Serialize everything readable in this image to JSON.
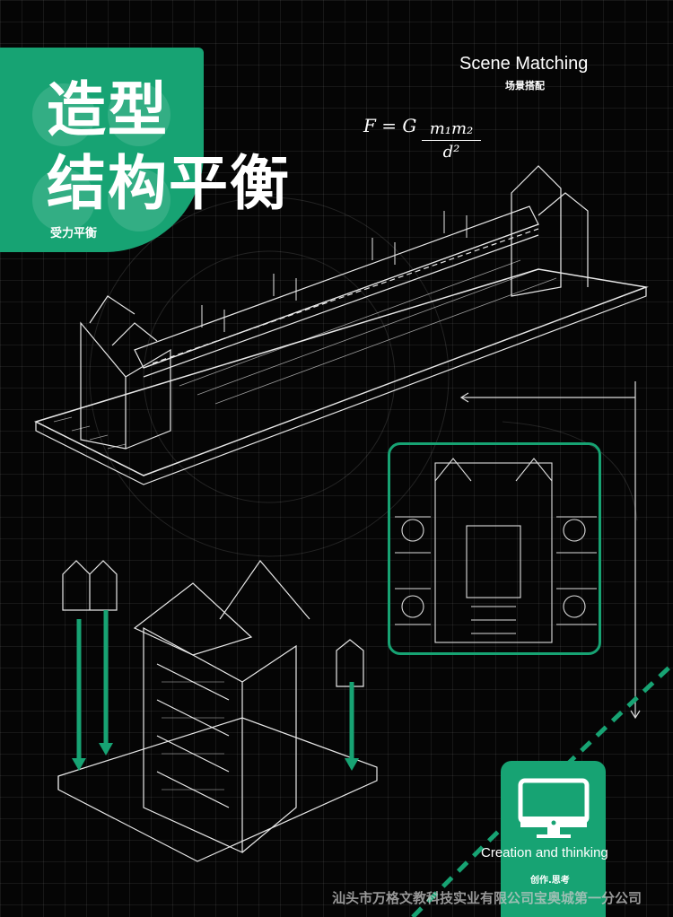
{
  "headline": {
    "line1": "造型",
    "line2": "结构平衡",
    "subtitle": "受力平衡"
  },
  "scene": {
    "title": "Scene Matching",
    "subtitle": "场景搭配"
  },
  "formula": {
    "lhs": "F = G",
    "numerator": "m₁m₂",
    "denominator": "d²"
  },
  "badge": {
    "icon": "monitor-icon",
    "title": "Creation and thinking",
    "subtitle": "创作.思考"
  },
  "footer": "汕头市万格文教科技实业有限公司宝奥城第一分公司",
  "colors": {
    "accent": "#17a373",
    "background": "#050505"
  }
}
